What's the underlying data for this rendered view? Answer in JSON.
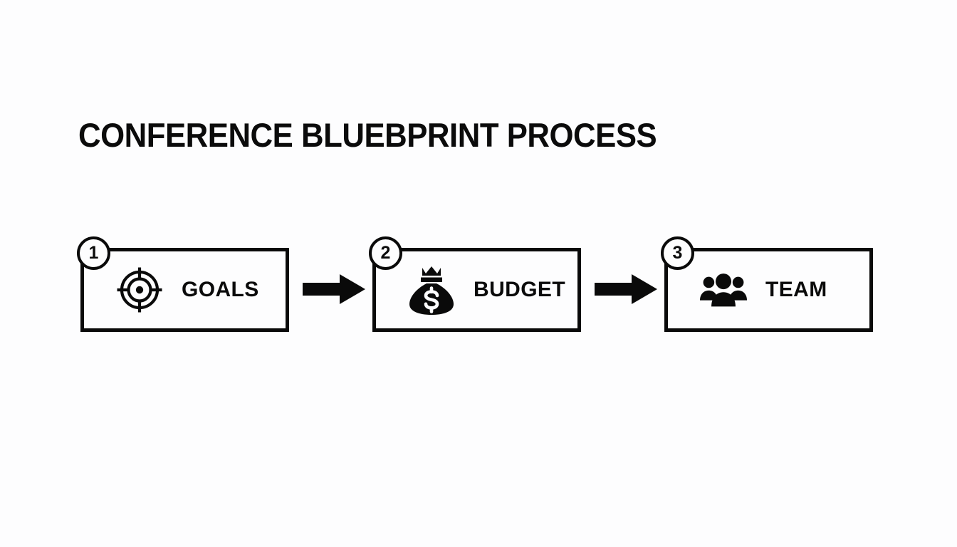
{
  "slide": {
    "background_color": "#fdfdfe",
    "ink_color": "#0a0a0a",
    "title": "CONFERENCE BLUEBPRINT PROCESS"
  },
  "process": {
    "steps": [
      {
        "number": "1",
        "label": "GOALS",
        "icon": "target-crosshair-icon"
      },
      {
        "number": "2",
        "label": "BUDGET",
        "icon": "money-bag-icon"
      },
      {
        "number": "3",
        "label": "TEAM",
        "icon": "people-group-icon"
      }
    ],
    "connectors": [
      {
        "icon": "arrow-right-icon"
      },
      {
        "icon": "arrow-right-icon"
      }
    ]
  }
}
